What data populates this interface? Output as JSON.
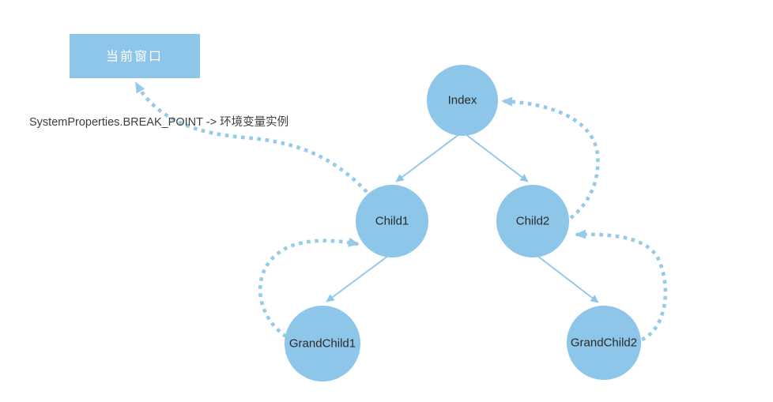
{
  "diagram": {
    "window_box": {
      "label": "当前窗口"
    },
    "annotation": "SystemProperties.BREAK_POINT -> 环境变量实例",
    "nodes": {
      "index": {
        "label": "Index"
      },
      "child1": {
        "label": "Child1"
      },
      "child2": {
        "label": "Child2"
      },
      "grandchild1": {
        "label": "GrandChild1"
      },
      "grandchild2": {
        "label": "GrandChild2"
      }
    },
    "edges": {
      "solid": [
        {
          "from": "Index",
          "to": "Child1"
        },
        {
          "from": "Index",
          "to": "Child2"
        },
        {
          "from": "Child1",
          "to": "GrandChild1"
        },
        {
          "from": "Child2",
          "to": "GrandChild2"
        }
      ],
      "dotted": [
        {
          "from": "Child1",
          "to": "当前窗口"
        },
        {
          "from": "Child2",
          "to": "Index"
        },
        {
          "from": "GrandChild1",
          "to": "Child1"
        },
        {
          "from": "GrandChild2",
          "to": "Child2"
        }
      ]
    },
    "colors": {
      "background": "#ffffff",
      "node_fill": "#8dc6e8",
      "solid_edge": "#8dc6e8",
      "dotted_edge": "#94cbea",
      "node_text": "#2b2b2b",
      "box_fill": "#8dc6e8",
      "box_text": "#ffffff",
      "annotation_text": "#3d3d3d"
    }
  }
}
